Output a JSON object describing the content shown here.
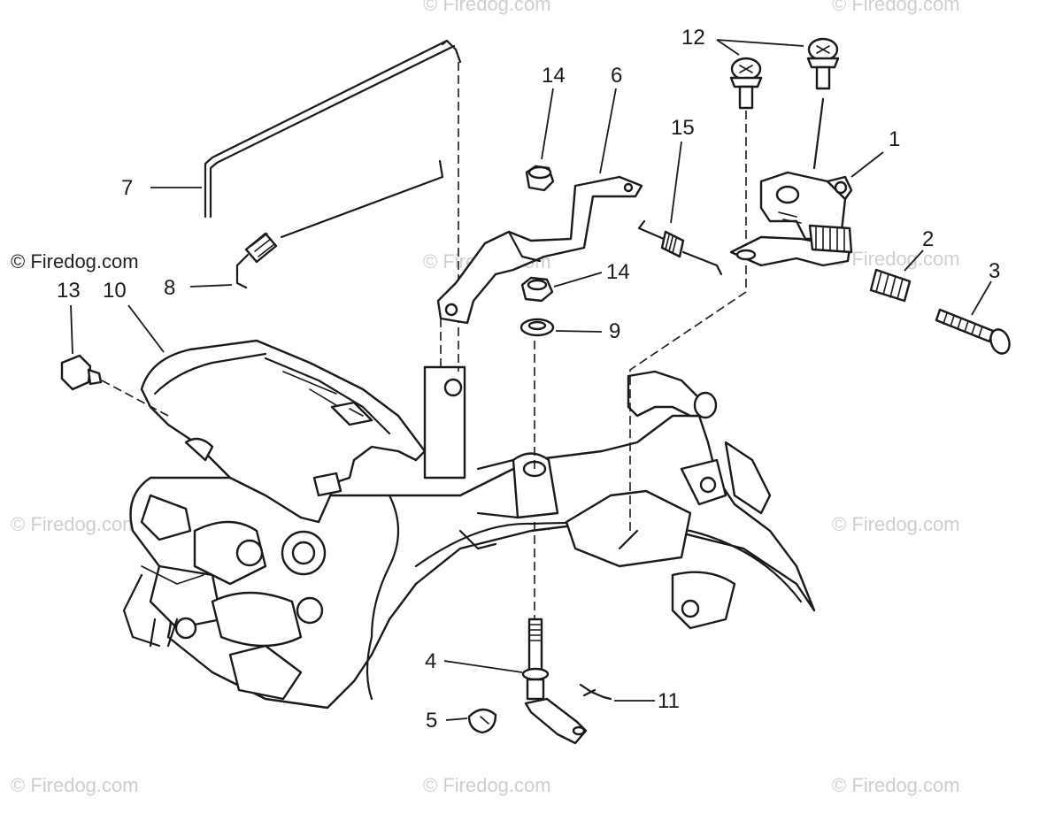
{
  "watermark": {
    "site_text": "© Firedog.com",
    "copyright_symbol": "©",
    "brand": "Firedog.com",
    "color": "#cfcfcf"
  },
  "callouts": [
    {
      "id": "1",
      "label": "1"
    },
    {
      "id": "2",
      "label": "2"
    },
    {
      "id": "3",
      "label": "3"
    },
    {
      "id": "4",
      "label": "4"
    },
    {
      "id": "5",
      "label": "5"
    },
    {
      "id": "6",
      "label": "6"
    },
    {
      "id": "7",
      "label": "7"
    },
    {
      "id": "8",
      "label": "8"
    },
    {
      "id": "9",
      "label": "9"
    },
    {
      "id": "10",
      "label": "10"
    },
    {
      "id": "11",
      "label": "11"
    },
    {
      "id": "12",
      "label": "12"
    },
    {
      "id": "13",
      "label": "13"
    },
    {
      "id": "14a",
      "label": "14"
    },
    {
      "id": "14b",
      "label": "14"
    },
    {
      "id": "15",
      "label": "15"
    }
  ],
  "colors": {
    "ink": "#1a1a1a",
    "paper": "#ffffff"
  }
}
